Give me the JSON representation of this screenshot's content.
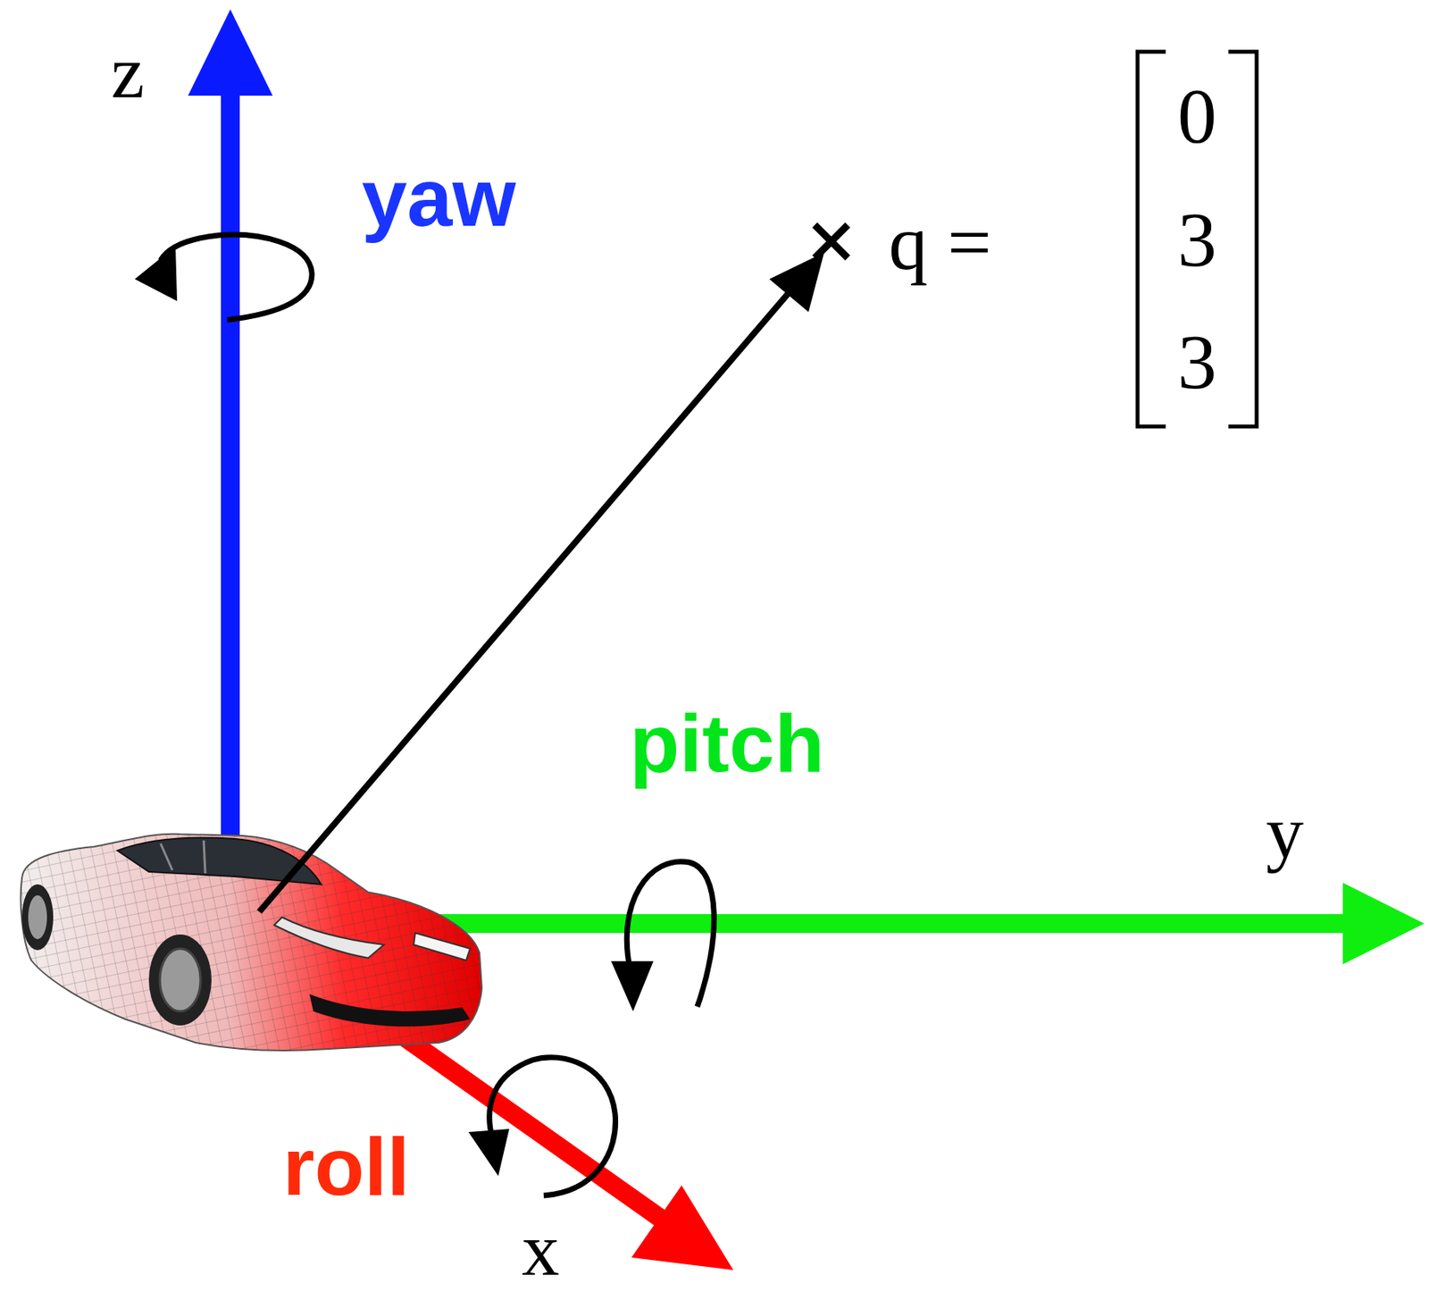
{
  "diagram": {
    "labels": [
      "z",
      "yaw",
      "q =",
      "0",
      "3",
      "3",
      "pitch",
      "y",
      "roll",
      "x"
    ]
  }
}
